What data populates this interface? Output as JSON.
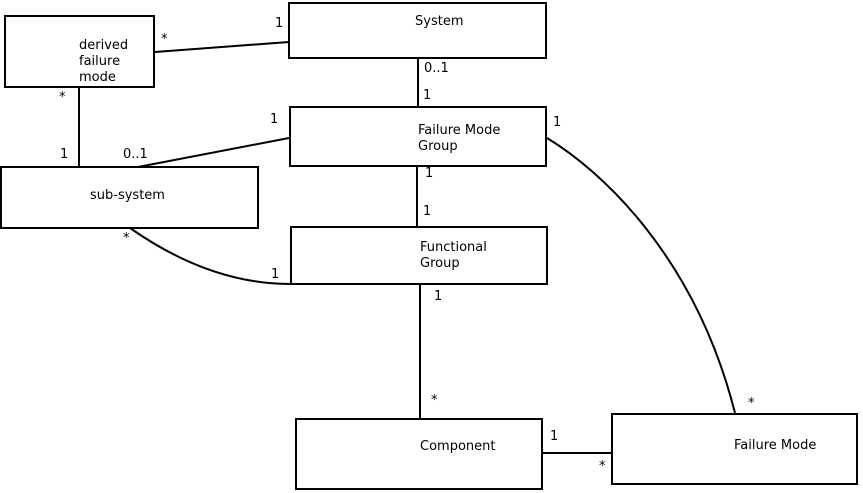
{
  "diagram": {
    "kind": "uml-class-diagram",
    "colors": {
      "background": "#ffffff",
      "line": "#000000",
      "text": "#000000"
    }
  },
  "entities": {
    "system": {
      "label": "System"
    },
    "derived_failure_mode": {
      "label": "derived\nfailure\nmode"
    },
    "failure_mode_group": {
      "label": "Failure Mode\nGroup"
    },
    "sub_system": {
      "label": "sub-system"
    },
    "functional_group": {
      "label": "Functional\nGroup"
    },
    "component": {
      "label": "Component"
    },
    "failure_mode": {
      "label": "Failure Mode"
    }
  },
  "associations": [
    {
      "from": "System",
      "to": "derived failure mode",
      "from_card": "1",
      "to_card": "*"
    },
    {
      "from": "derived failure mode",
      "to": "sub-system",
      "from_card": "*",
      "to_card": "1"
    },
    {
      "from": "System",
      "to": "Failure Mode Group",
      "from_card": "0..1",
      "to_card": "1"
    },
    {
      "from": "Failure Mode Group",
      "to": "sub-system",
      "from_card": "1",
      "to_card": "0..1"
    },
    {
      "from": "Failure Mode Group",
      "to": "Functional Group",
      "from_card": "1",
      "to_card": "1"
    },
    {
      "from": "Failure Mode Group",
      "to": "Failure Mode",
      "from_card": "1",
      "to_card": "*"
    },
    {
      "from": "sub-system",
      "to": "Functional Group",
      "from_card": "*",
      "to_card": "1"
    },
    {
      "from": "Functional Group",
      "to": "Component",
      "from_card": "1",
      "to_card": "*"
    },
    {
      "from": "Component",
      "to": "Failure Mode",
      "from_card": "1",
      "to_card": "*"
    }
  ]
}
